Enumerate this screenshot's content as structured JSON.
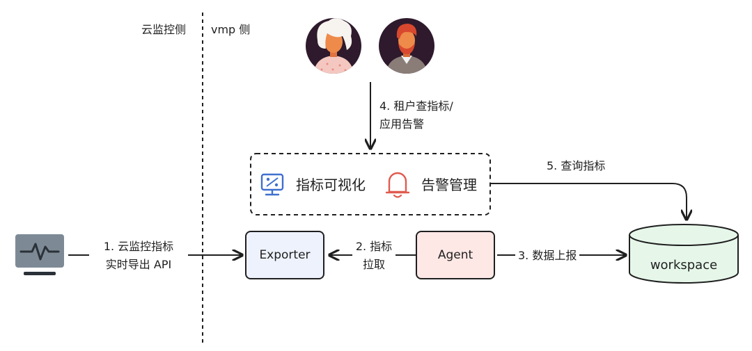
{
  "sides": {
    "left": "云监控侧",
    "right": "vmp 侧"
  },
  "nodes": {
    "exporter": "Exporter",
    "agent": "Agent",
    "workspace": "workspace",
    "visualization": "指标可视化",
    "alerting": "告警管理"
  },
  "edges": {
    "step1_line1": "1. 云监控指标",
    "step1_line2": "实时导出 API",
    "step2_line1": "2. 指标",
    "step2_line2": "拉取",
    "step3": "3. 数据上报",
    "step4_line1": "4. 租户查指标/",
    "step4_line2": "应用告警",
    "step5": "5. 查询指标"
  },
  "icons": {
    "monitor": "monitor-pulse-icon",
    "dashboard": "dashboard-icon",
    "bell": "bell-icon",
    "user_a": "user-avatar-woman",
    "user_b": "user-avatar-man"
  },
  "colors": {
    "exporter_fill": "#eef2fd",
    "agent_fill": "#fde8e6",
    "workspace_fill": "#e6f7ea",
    "avatar_bg": "#2e1a2c",
    "monitor_icon": "#7d8a96",
    "dashboard_icon": "#3f6fcf",
    "bell_icon": "#e05a4e",
    "line": "#1f1f1f"
  }
}
